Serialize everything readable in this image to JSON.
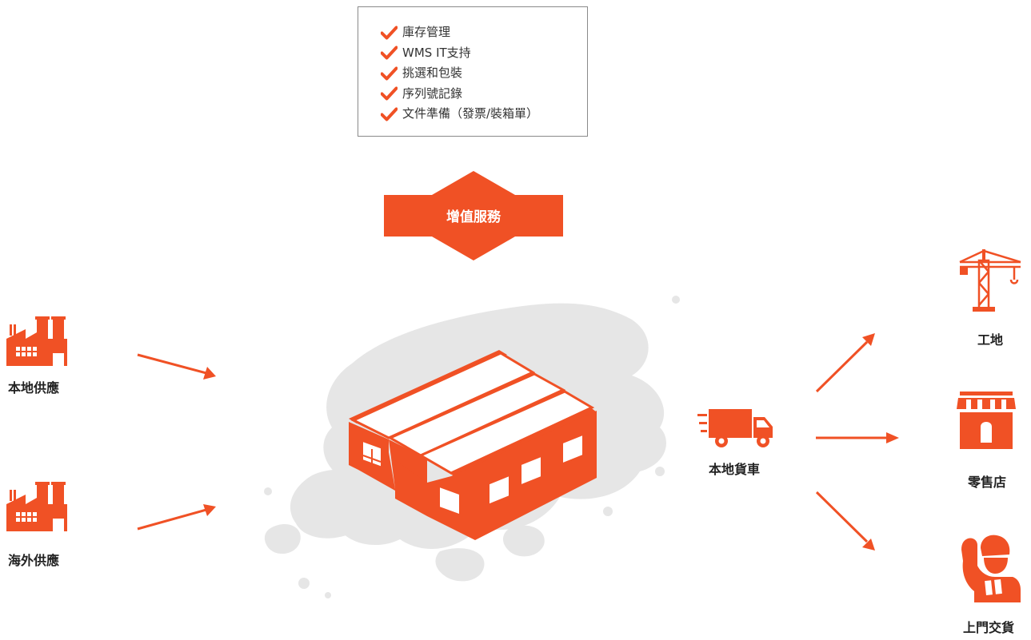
{
  "services": {
    "items": [
      "庫存管理",
      "WMS IT支持",
      "挑選和包裝",
      "序列號記錄",
      "文件準備（發票/裝箱單）"
    ]
  },
  "value_added": {
    "label": "增值服務"
  },
  "sources": {
    "local": "本地供應",
    "overseas": "海外供應"
  },
  "hub": {
    "icon": "warehouse-icon"
  },
  "transport": {
    "label": "本地貨車",
    "icon": "delivery-truck-icon"
  },
  "destinations": {
    "construction": "工地",
    "retail": "零售店",
    "door": "上門交貨"
  },
  "colors": {
    "accent": "#f05125",
    "map": "#e6e6e6",
    "border": "#8a8a8a"
  }
}
